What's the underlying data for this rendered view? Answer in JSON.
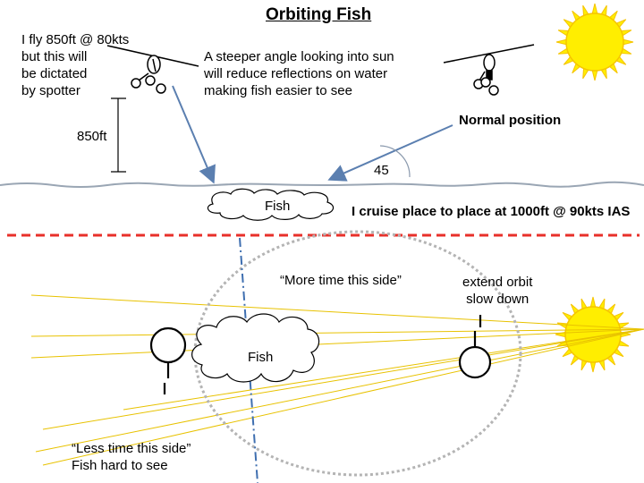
{
  "title": "Orbiting Fish",
  "spotter_note": "I fly 850ft @ 80kts\nbut this will\nbe dictated\nby spotter",
  "angle_note": "A steeper angle looking into sun\n will reduce reflections on water\nmaking fish easier to see",
  "normal_position_label": "Normal position",
  "altitude_label": "850ft",
  "angle_label": "45",
  "fish_label_side_view": "Fish",
  "cruise_note": "I cruise place to place at 1000ft @ 90kts IAS",
  "more_time_label": "“More time this side”",
  "extend_orbit_note": "extend orbit\nslow down",
  "fish_label_top_view": "Fish",
  "less_time_note": "“Less time this side”\nFish hard to see",
  "colors": {
    "sun_fill": "#ffee00",
    "sun_rays": "#f5c400",
    "arrow": "#5b7fb0",
    "water_line": "#9aa6b4",
    "dashed_divider": "#e8302a",
    "sun_lines": "#e8c200",
    "orbit": "#b4b4b4",
    "center_line": "#3f6fb0"
  },
  "icons": [
    "sun-icon",
    "helicopter-icon"
  ]
}
